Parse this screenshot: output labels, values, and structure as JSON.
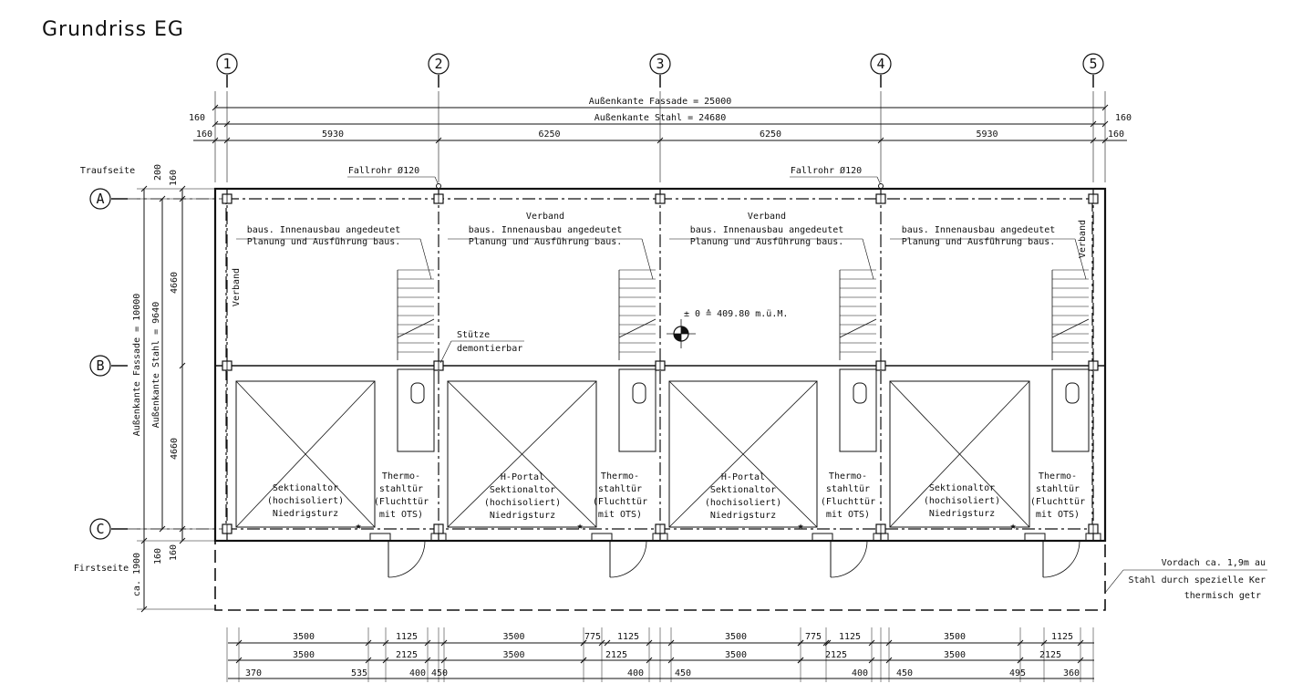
{
  "title": "Grundriss EG",
  "axes_cols": [
    "1",
    "2",
    "3",
    "4",
    "5"
  ],
  "axes_rows": [
    "A",
    "B",
    "C"
  ],
  "dims_top": {
    "fassade": "Außenkante Fassade = 25000",
    "stahl": "Außenkante Stahl = 24680",
    "offset": "160",
    "bays": [
      "5930",
      "6250",
      "6250",
      "5930"
    ]
  },
  "dims_left": {
    "fassade": "Außenkante Fassade = 10000",
    "stahl": "Außenkante Stahl = 9640",
    "half_a": "4660",
    "half_b": "4660",
    "off_200": "200",
    "off_160": "160",
    "vordach": "ca. 1900"
  },
  "side_labels": {
    "traufseite": "Traufseite",
    "firstseite": "Firstseite"
  },
  "fallrohr": "Fallrohr Ø120",
  "innenausbau": [
    "baus. Innenausbau angedeutet",
    "Planung und Ausführung baus."
  ],
  "verband": "Verband",
  "stuetze": [
    "Stütze",
    "demontierbar"
  ],
  "level_mark": "± 0 ≙ 409.80 m.ü.M.",
  "gates": [
    [
      "Sektionaltor",
      "(hochisoliert)",
      "Niedrigsturz"
    ],
    [
      "H-Portal",
      "Sektionaltor",
      "(hochisoliert)",
      "Niedrigsturz"
    ],
    [
      "H-Portal",
      "Sektionaltor",
      "(hochisoliert)",
      "Niedrigsturz"
    ],
    [
      "Sektionaltor",
      "(hochisoliert)",
      "Niedrigsturz"
    ]
  ],
  "door": [
    "Thermo-",
    "stahltür",
    "(Fluchttür",
    "mit OTS)"
  ],
  "vordach_note": [
    "Vordach ca. 1,9m au",
    "Stahl durch spezielle Ker",
    "thermisch getr"
  ],
  "bottom_dims": {
    "row1": [
      "3500",
      "1125",
      "3500",
      "775",
      "1125",
      "3500",
      "775",
      "1125",
      "3500",
      "1125"
    ],
    "row2": [
      "3500",
      "2125",
      "3500",
      "2125",
      "3500",
      "2125",
      "3500",
      "2125"
    ],
    "row3": [
      "370",
      "535",
      "400",
      "450",
      "400",
      "450",
      "400",
      "450",
      "495",
      "360"
    ]
  }
}
